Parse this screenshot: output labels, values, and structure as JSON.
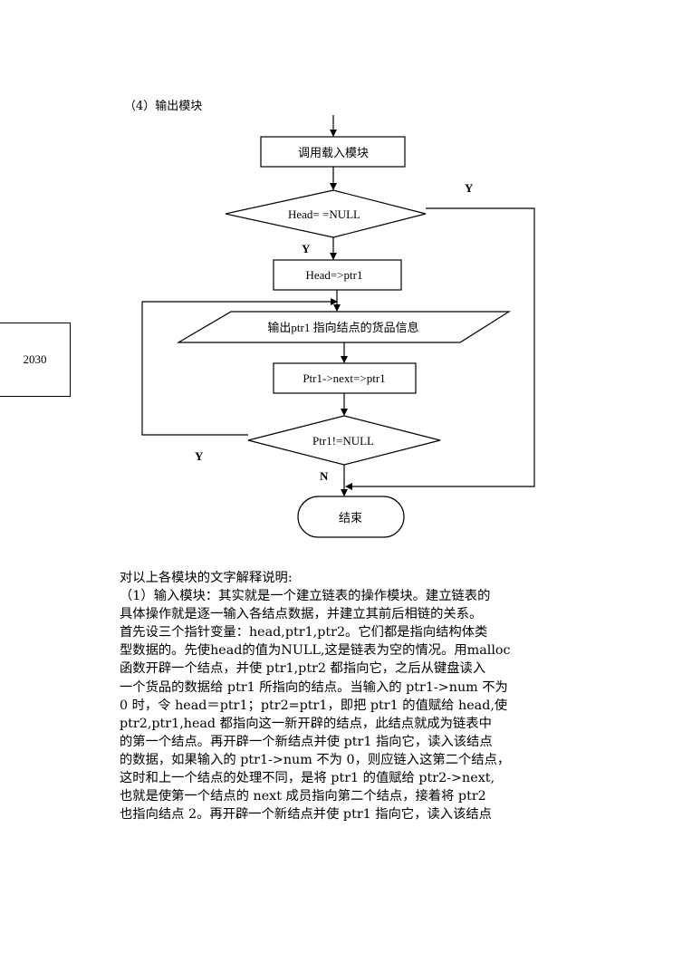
{
  "section_heading": "（4）输出模块",
  "side_box_label": "2030",
  "flowchart": {
    "load_module": "调用载入模块",
    "cond_head_null": "Head= =NULL",
    "assign_ptr1": "Head=>ptr1",
    "output_info": "输出ptr1 指向结点的货品信息",
    "next_ptr1": "Ptr1->next=>ptr1",
    "cond_ptr1_not_null": "Ptr1!=NULL",
    "end_label": "结束",
    "label_y_right": "Y",
    "label_y_down": "Y",
    "label_y_loop": "Y",
    "label_n": "N"
  },
  "body_lines": [
    "对以上各模块的文字解释说明:",
    "（1）输入模块：其实就是一个建立链表的操作模块。建立链表的",
    "具体操作就是逐一输入各结点数据，并建立其前后相链的关系。",
    "首先设三个指针变量：head,ptr1,ptr2。它们都是指向结构体类",
    "型数据的。先使head的值为NULL,这是链表为空的情况。用malloc",
    "函数开辟一个结点，并使 ptr1,ptr2 都指向它，之后从键盘读入",
    "一个货品的数据给 ptr1 所指向的结点。当输入的 ptr1->num 不为",
    "0 时，令 head＝ptr1；ptr2=ptr1，即把 ptr1 的值赋给 head,使",
    "ptr2,ptr1,head 都指向这一新开辟的结点，此结点就成为链表中",
    "的第一个结点。再开辟一个新结点并使 ptr1 指向它，读入该结点",
    "的数据，如果输入的 ptr1->num 不为 0，则应链入这第二个结点，",
    "这时和上一个结点的处理不同，是将 ptr1 的值赋给 ptr2->next,",
    "也就是使第一个结点的 next 成员指向第二个结点，接着将 ptr2",
    "也指向结点 2。再开辟一个新结点并使 ptr1 指向它，读入该结点"
  ]
}
